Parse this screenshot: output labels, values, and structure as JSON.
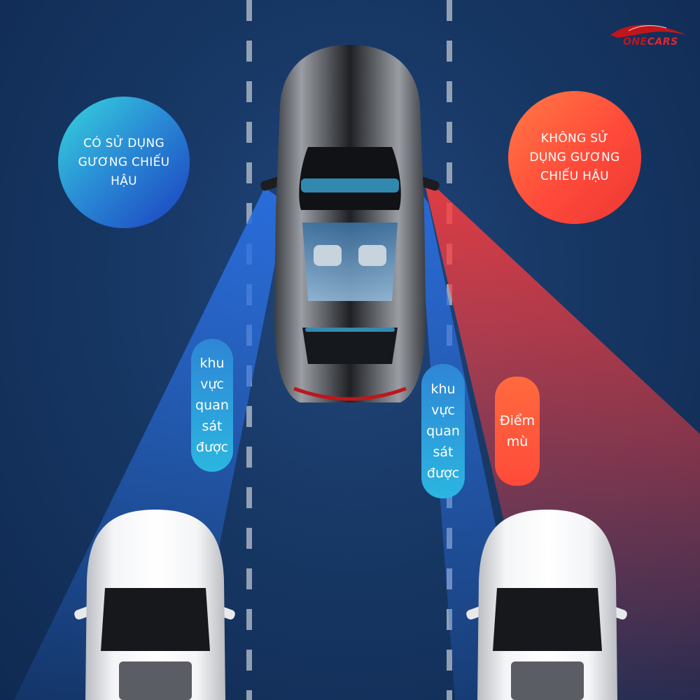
{
  "logo": {
    "word1": "ONE",
    "word2": "CARS"
  },
  "labels": {
    "left_circle": "CÓ SỬ DỤNG GƯƠNG CHIẾU HẬU",
    "right_circle": "KHÔNG SỬ DỤNG GƯƠNG CHIẾU HẬU",
    "left_pill": "khu vực quan sát được",
    "middle_pill": "khu vực quan sát được",
    "right_pill": "Điểm mù"
  },
  "colors": {
    "background": "#173764",
    "visible_zone": "#2a6fe0",
    "blind_spot": "#ff4a3a",
    "brand": "#c0151b"
  }
}
